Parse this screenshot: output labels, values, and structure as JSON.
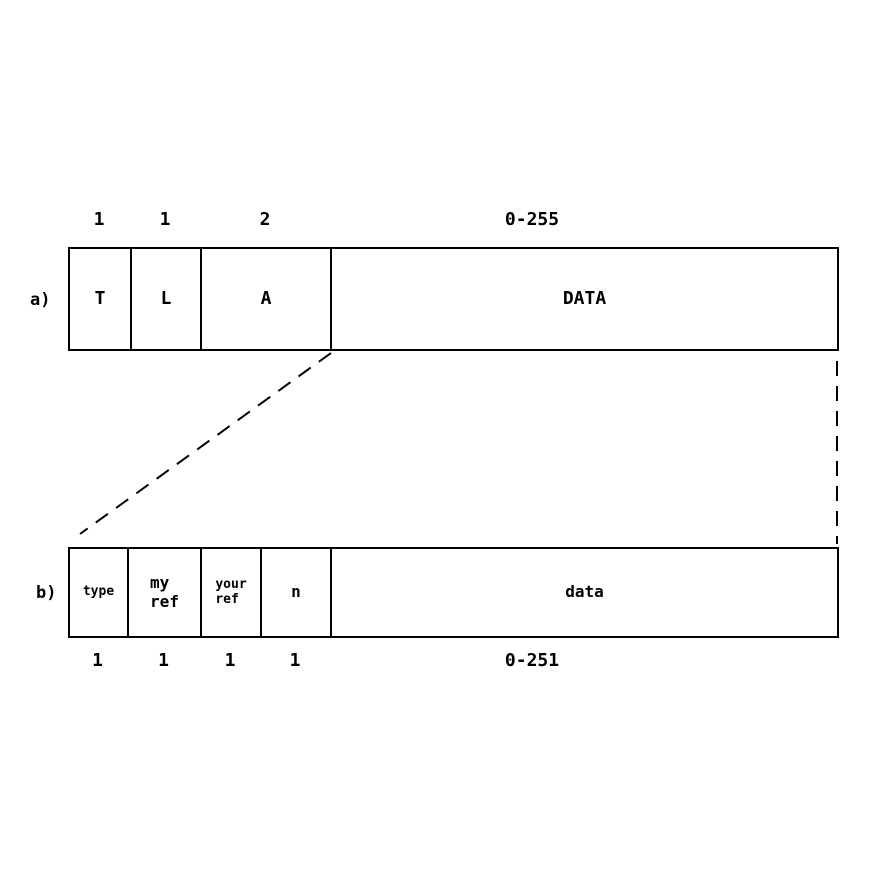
{
  "diagram": {
    "row_a": {
      "label": "a)",
      "fields": [
        {
          "label": "T",
          "size": "1"
        },
        {
          "label": "L",
          "size": "1"
        },
        {
          "label": "A",
          "size": "2"
        },
        {
          "label": "DATA",
          "size": "0-255"
        }
      ]
    },
    "row_b": {
      "label": "b)",
      "fields": [
        {
          "label": "type",
          "size": "1"
        },
        {
          "label": "my\nref",
          "size": "1"
        },
        {
          "label": "your\nref",
          "size": "1"
        },
        {
          "label": "n",
          "size": "1"
        },
        {
          "label": "data",
          "size": "0-251"
        }
      ]
    },
    "colors": {
      "line": "#000000",
      "background": "#ffffff"
    }
  }
}
